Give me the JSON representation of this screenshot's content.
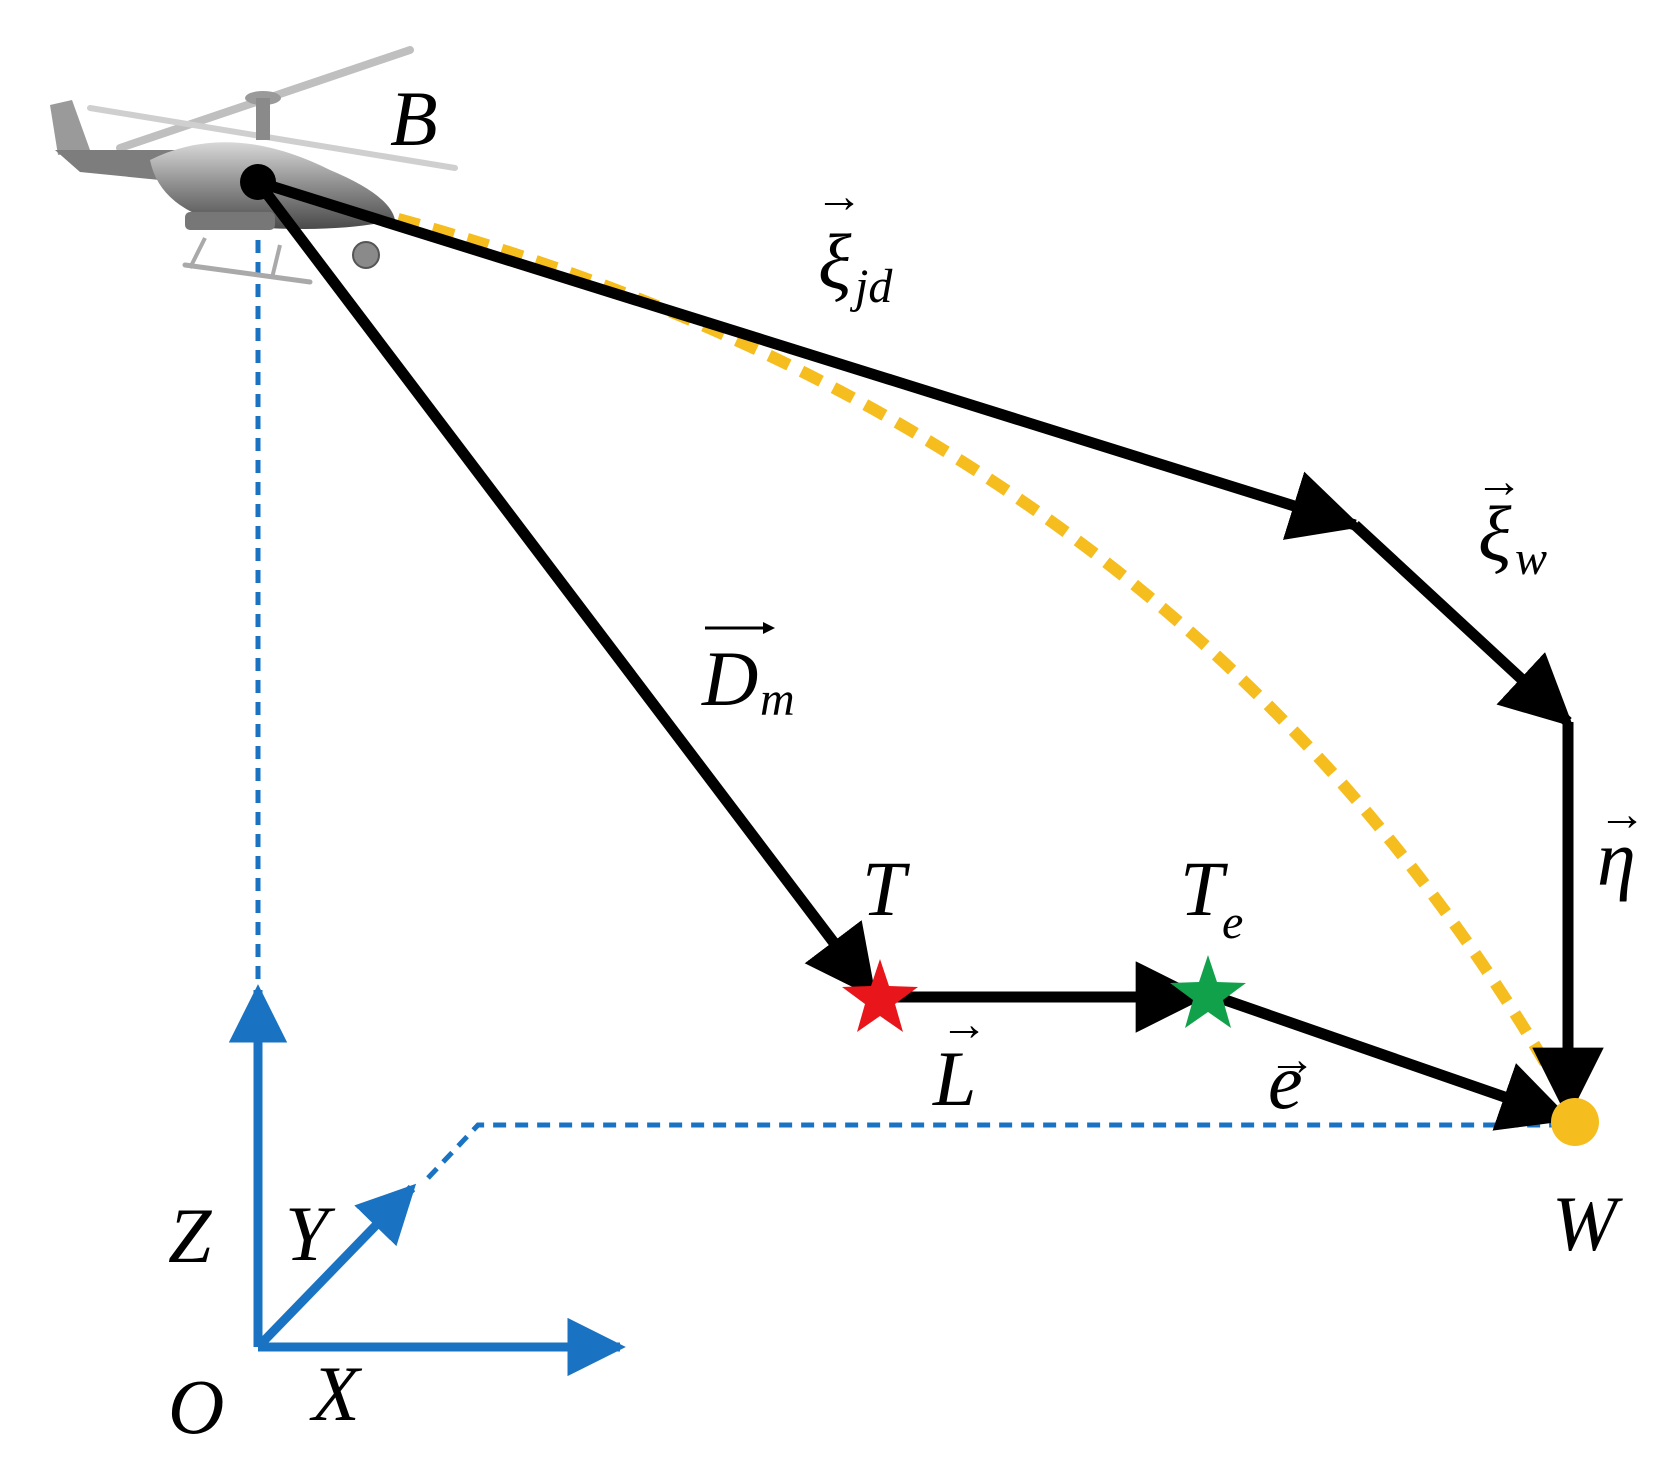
{
  "diagram": {
    "points": {
      "B": "B",
      "T": "T",
      "Te_main": "T",
      "Te_sub": "e",
      "W": "W",
      "O": "O"
    },
    "axes": {
      "x": "X",
      "y": "Y",
      "z": "Z"
    },
    "vectors": {
      "xi_jd_main": "ξ",
      "xi_jd_sub": "jd",
      "xi_w_main": "ξ",
      "xi_w_sub": "w",
      "eta": "η",
      "D_m_main": "D",
      "D_m_sub": "m",
      "L": "L",
      "e": "e"
    },
    "arrow_glyph": "→",
    "colors": {
      "vector": "#000000",
      "axis": "#1a73c2",
      "trajectory": "#f5bd1e",
      "target_star": "#e8151b",
      "estimate_star": "#12a14b",
      "impact_point": "#f5bd1e"
    },
    "icons": {
      "aircraft": "helicopter-icon",
      "target": "star-icon",
      "estimated_target": "star-icon",
      "impact": "dot-icon"
    }
  }
}
